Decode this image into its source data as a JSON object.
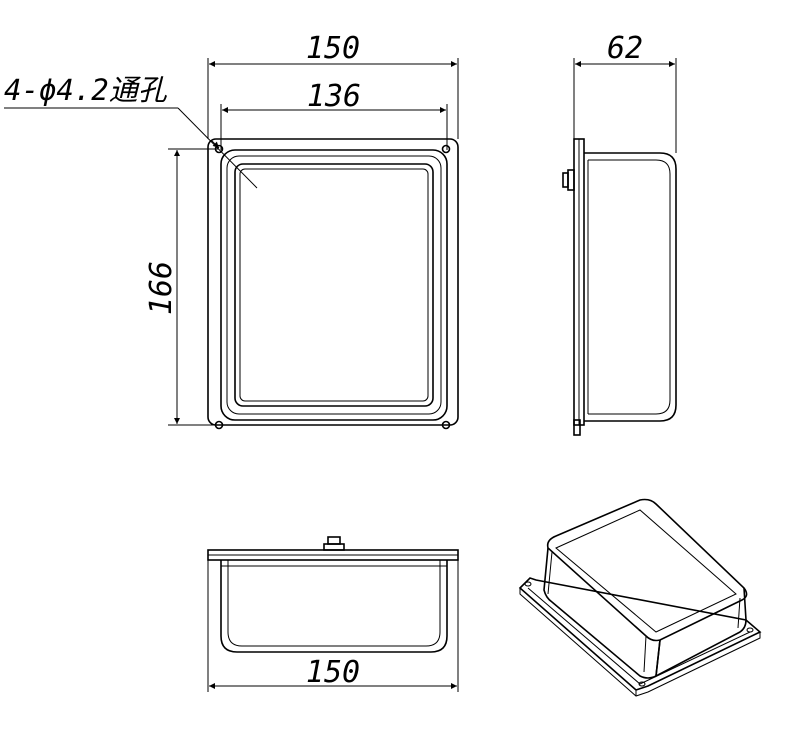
{
  "dimensions": {
    "front_outer_width": "150",
    "front_inner_width": "136",
    "front_height": "166",
    "side_depth": "62",
    "bottom_width": "150"
  },
  "note": {
    "hole_callout": "4-ϕ4.2通孔"
  },
  "colors": {
    "line": "#000000",
    "background": "#ffffff"
  }
}
